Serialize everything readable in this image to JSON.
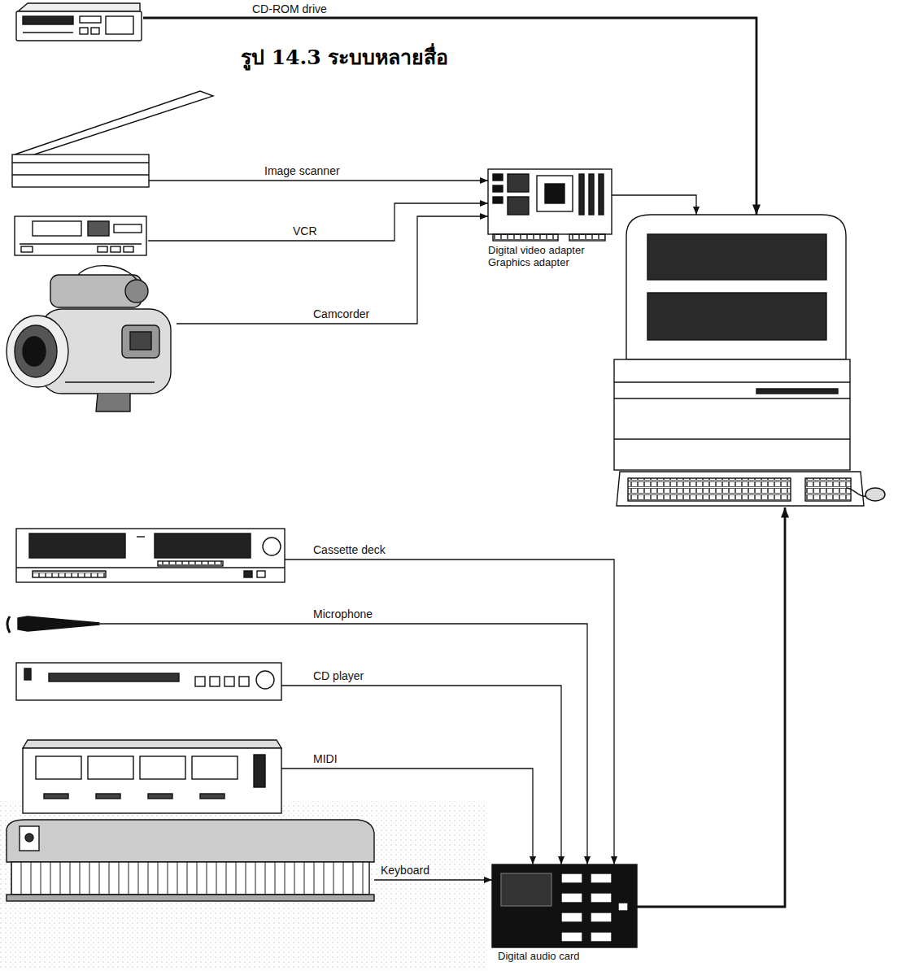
{
  "diagram": {
    "title": "รูป 14.3 ระบบหลายสื่อ",
    "nodes": [
      {
        "text": [
          "CD-ROM drive"
        ]
      },
      {
        "text": [
          "Image scanner"
        ]
      },
      {
        "text": [
          "VCR"
        ]
      },
      {
        "text": [
          "Camcorder"
        ]
      },
      {
        "text": [
          "Digital video adapter",
          "Graphics adapter"
        ]
      },
      {
        "text": []
      },
      {
        "text": [
          "Cassette deck"
        ]
      },
      {
        "text": [
          "Microphone"
        ]
      },
      {
        "text": [
          "CD player"
        ]
      },
      {
        "text": [
          "MIDI"
        ]
      },
      {
        "text": [
          "Keyboard"
        ]
      },
      {
        "text": [
          "Digital audio card"
        ]
      }
    ],
    "edges": [
      {
        "from": 0,
        "to": 5,
        "arrow": "to"
      },
      {
        "from": 1,
        "to": 4,
        "arrow": "to"
      },
      {
        "from": 2,
        "to": 4,
        "arrow": "to"
      },
      {
        "from": 3,
        "to": 4,
        "arrow": "to"
      },
      {
        "from": 4,
        "to": 5,
        "arrow": "to"
      },
      {
        "from": 6,
        "to": 11,
        "arrow": "to"
      },
      {
        "from": 7,
        "to": 11,
        "arrow": "to"
      },
      {
        "from": 8,
        "to": 11,
        "arrow": "to"
      },
      {
        "from": 9,
        "to": 11,
        "arrow": "to"
      },
      {
        "from": 10,
        "to": 11,
        "arrow": "to"
      },
      {
        "from": 11,
        "to": 5,
        "arrow": "to"
      }
    ]
  }
}
